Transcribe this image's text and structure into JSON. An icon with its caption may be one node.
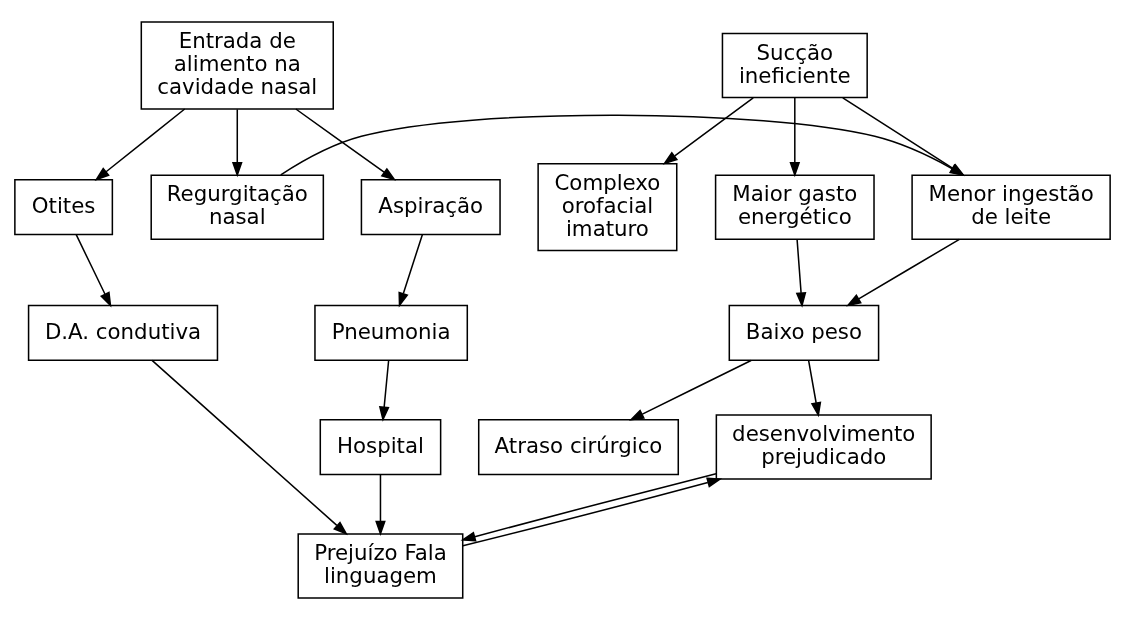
{
  "diagram": {
    "nodes": [
      {
        "text": [
          "Sucção ineficiente"
        ]
      },
      {
        "text": [
          "Entrada de alimento na cavidade nasal"
        ]
      },
      {
        "text": [
          "Complexo orofacial imaturo"
        ]
      },
      {
        "text": [
          "Maior gasto energético"
        ]
      },
      {
        "text": [
          "Menor ingestão de leite"
        ]
      },
      {
        "text": [
          "Regurgitação nasal"
        ]
      },
      {
        "text": [
          "Otites"
        ]
      },
      {
        "text": [
          "Aspiração"
        ]
      },
      {
        "text": [
          "D.A. condutiva"
        ]
      },
      {
        "text": [
          "Pneumonia"
        ]
      },
      {
        "text": [
          "Baixo peso"
        ]
      },
      {
        "text": [
          "Atraso cirúrgico"
        ]
      },
      {
        "text": [
          "desenvolvimento prejudicado"
        ]
      },
      {
        "text": [
          "Prejuízo Fala linguagem"
        ]
      },
      {
        "text": [
          "Hospital"
        ]
      }
    ],
    "edges": [
      {
        "from": 0,
        "to": 2,
        "arrow": "to"
      },
      {
        "from": 0,
        "to": 3,
        "arrow": "to"
      },
      {
        "from": 0,
        "to": 4,
        "arrow": "to"
      },
      {
        "from": 1,
        "to": 5,
        "arrow": "to"
      },
      {
        "from": 1,
        "to": 6,
        "arrow": "to"
      },
      {
        "from": 1,
        "to": 7,
        "arrow": "to"
      },
      {
        "from": 5,
        "to": 4,
        "arrow": "to"
      },
      {
        "from": 6,
        "to": 8,
        "arrow": "to"
      },
      {
        "from": 7,
        "to": 9,
        "arrow": "to"
      },
      {
        "from": 3,
        "to": 10,
        "arrow": "to"
      },
      {
        "from": 4,
        "to": 10,
        "arrow": "to"
      },
      {
        "from": 10,
        "to": 11,
        "arrow": "to"
      },
      {
        "from": 10,
        "to": 12,
        "arrow": "to"
      },
      {
        "from": 8,
        "to": 13,
        "arrow": "to"
      },
      {
        "from": 9,
        "to": 14,
        "arrow": "to"
      },
      {
        "from": 14,
        "to": 13,
        "arrow": "to"
      },
      {
        "from": 12,
        "to": 13,
        "arrow": "to"
      },
      {
        "from": 13,
        "to": 12,
        "arrow": "to"
      }
    ]
  }
}
